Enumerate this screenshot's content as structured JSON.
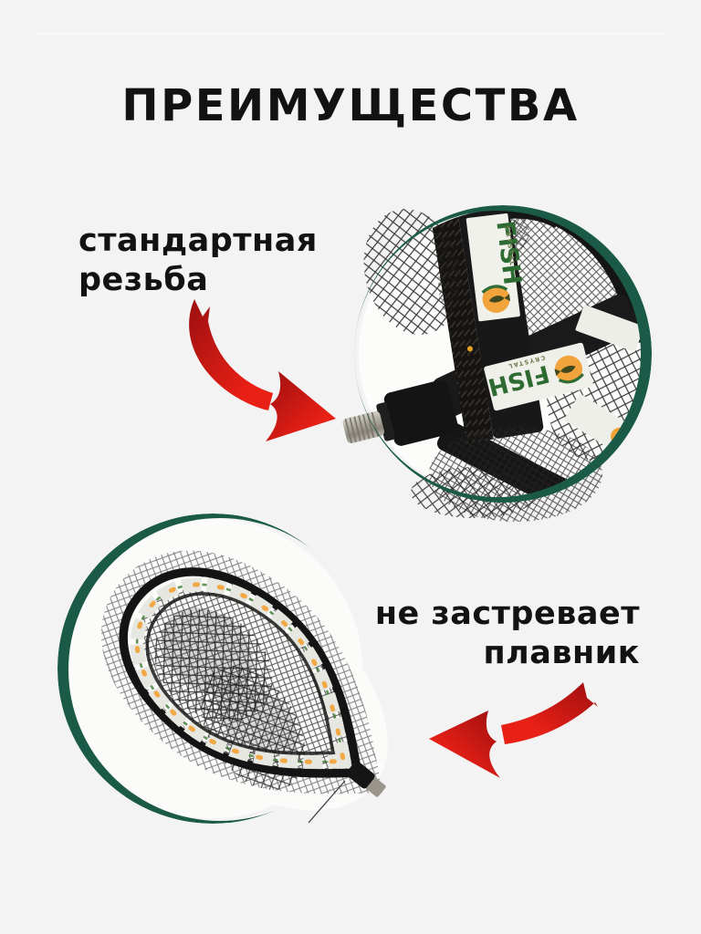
{
  "title": "ПРЕИМУЩЕСТВА",
  "features": [
    {
      "name": "standard-thread",
      "lines": [
        "стандартная",
        "резьба"
      ]
    },
    {
      "name": "fin-does-not-get-stuck",
      "lines": [
        "не застревает",
        "плавник"
      ]
    }
  ],
  "brand": {
    "name": "FISH",
    "sub": "CRYSTAL"
  },
  "photos": [
    {
      "name": "net-screw-thread-photo"
    },
    {
      "name": "net-hoop-photo"
    }
  ],
  "icons": [
    {
      "name": "red-arrow-down-right"
    },
    {
      "name": "red-arrow-left"
    }
  ],
  "colors": {
    "background": "#f3f3f4",
    "text": "#121212",
    "arc-green": "#1a5a46",
    "arrow-red-dark": "#9c0f10",
    "arrow-red-bright": "#e82016",
    "label-green": "#2e6b33",
    "logo-orange": "#f2a43c",
    "metal": "#b3afa5"
  }
}
